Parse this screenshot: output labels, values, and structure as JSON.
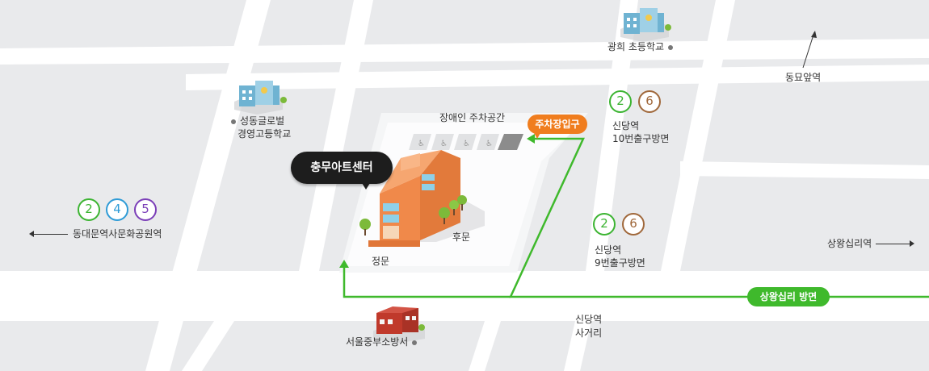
{
  "labels": {
    "seongdong_school": "성동글로벌",
    "seongdong_school_2": "경영고등학교",
    "gwanghui_school": "광희 초등학교",
    "disabled_parking": "장애인 주차공간",
    "parking_entrance": "주차장입구",
    "venue": "충무아트센터",
    "back_gate": "후문",
    "main_gate": "정문",
    "fire_station": "서울중부소방서",
    "sindang_exit10_line1": "신당역",
    "sindang_exit10_line2": "10번출구방면",
    "sindang_exit9_line1": "신당역",
    "sindang_exit9_line2": "9번출구방면",
    "sindang_intersection_line1": "신당역",
    "sindang_intersection_line2": "사거리",
    "dongmyo_station": "동묘앞역",
    "sangwangsimni_station": "상왕십리역",
    "ddp_station": "동대문역사문화공원역",
    "to_sangwangsimni": "상왕십리 방면"
  },
  "subway_lines": {
    "ddp": [
      {
        "number": "2",
        "color": "#3cb432"
      },
      {
        "number": "4",
        "color": "#2e9bd6"
      },
      {
        "number": "5",
        "color": "#7b3fb8"
      }
    ],
    "sindang_exit10": [
      {
        "number": "2",
        "color": "#3cb432"
      },
      {
        "number": "6",
        "color": "#a0683b"
      }
    ],
    "sindang_exit9": [
      {
        "number": "2",
        "color": "#3cb432"
      },
      {
        "number": "6",
        "color": "#a0683b"
      }
    ]
  },
  "colors": {
    "route": "#3fb92c",
    "parking_badge": "#f07d1e",
    "venue_badge": "#1d1d1d",
    "building": "#f0894a",
    "road": "#ffffff",
    "block": "#e9eaec"
  }
}
